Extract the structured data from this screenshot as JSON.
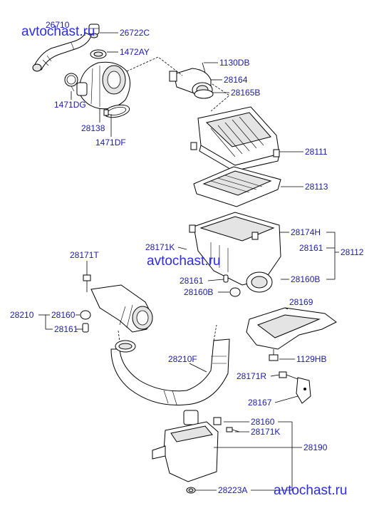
{
  "watermark": "avtochast.ru",
  "labels": {
    "l26710": "26710",
    "l26722C": "26722C",
    "l1472AY": "1472AY",
    "l1130DB": "1130DB",
    "l28164": "28164",
    "l28165B": "28165B",
    "l1471DG": "1471DG",
    "l28138": "28138",
    "l1471DF": "1471DF",
    "l28111": "28111",
    "l28113": "28113",
    "l28174H": "28174H",
    "l28171K_a": "28171K",
    "l28161_a": "28161",
    "l28112": "28112",
    "l28161_b": "28161",
    "l28160B_a": "28160B",
    "l28160B_b": "28160B",
    "l28171T": "28171T",
    "l28169": "28169",
    "l28210": "28210",
    "l28160_a": "28160",
    "l28161_c": "28161",
    "l1129HB": "1129HB",
    "l28210F": "28210F",
    "l28171R": "28171R",
    "l28167": "28167",
    "l28160_b": "28160",
    "l28171K_b": "28171K",
    "l28190": "28190",
    "l28223A": "28223A"
  }
}
